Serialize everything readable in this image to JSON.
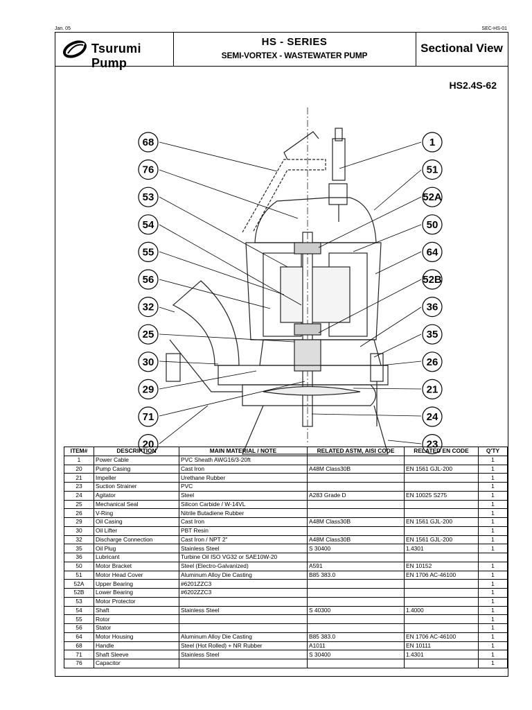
{
  "page": {
    "date": "Jan. 05",
    "code": "SEC-HS-01"
  },
  "header": {
    "brand": "Tsurumi Pump",
    "series": "HS - SERIES",
    "subtitle": "SEMI-VORTEX - WASTEWATER PUMP",
    "view": "Sectional View"
  },
  "drawing": {
    "model": "HS2.4S-62",
    "left_callouts": [
      "68",
      "76",
      "53",
      "54",
      "55",
      "56",
      "32",
      "25",
      "30",
      "29",
      "71",
      "20"
    ],
    "right_callouts": [
      "1",
      "51",
      "52A",
      "50",
      "64",
      "52B",
      "36",
      "35",
      "26",
      "21",
      "24",
      "23"
    ]
  },
  "table": {
    "headers": [
      "ITEM#",
      "DESCRIPTION",
      "MAIN MATERIAL / NOTE",
      "RELATED ASTM, AISI CODE",
      "RELATED EN CODE",
      "Q'TY"
    ],
    "rows": [
      [
        "1",
        "Power Cable",
        "PVC Sheath AWG16/3-20ft",
        "",
        "",
        "1"
      ],
      [
        "20",
        "Pump Casing",
        "Cast Iron",
        "A48M Class30B",
        "EN 1561 GJL-200",
        "1"
      ],
      [
        "21",
        "Impeller",
        "Urethane Rubber",
        "",
        "",
        "1"
      ],
      [
        "23",
        "Suction Strainer",
        "PVC",
        "",
        "",
        "1"
      ],
      [
        "24",
        "Agitator",
        "Steel",
        "A283 Grade D",
        "EN 10025 S275",
        "1"
      ],
      [
        "25",
        "Mechanical Seal",
        "Silicon Carbide / W-14VL",
        "",
        "",
        "1"
      ],
      [
        "26",
        "V-Ring",
        "Nitrile Butadiene Rubber",
        "",
        "",
        "1"
      ],
      [
        "29",
        "Oil Casing",
        "Cast Iron",
        "A48M Class30B",
        "EN 1561 GJL-200",
        "1"
      ],
      [
        "30",
        "Oil Lifter",
        "PBT Resin",
        "",
        "",
        "1"
      ],
      [
        "32",
        "Discharge Connection",
        "Cast Iron / NPT 2\"",
        "A48M Class30B",
        "EN 1561 GJL-200",
        "1"
      ],
      [
        "35",
        "Oil Plug",
        "Stainless Steel",
        "S 30400",
        "1.4301",
        "1"
      ],
      [
        "36",
        "Lubricant",
        "Turbine Oil ISO VG32 or SAE10W-20",
        "",
        "",
        ""
      ],
      [
        "50",
        "Motor Bracket",
        "Steel (Electro-Galvanized)",
        "A591",
        "EN 10152",
        "1"
      ],
      [
        "51",
        "Motor Head Cover",
        "Aluminum Alloy Die Casting",
        "B85 383.0",
        "EN 1706 AC-46100",
        "1"
      ],
      [
        "52A",
        "Upper Bearing",
        "#6201ZZC3",
        "",
        "",
        "1"
      ],
      [
        "52B",
        "Lower Bearing",
        "#6202ZZC3",
        "",
        "",
        "1"
      ],
      [
        "53",
        "Motor Protector",
        "",
        "",
        "",
        "1"
      ],
      [
        "54",
        "Shaft",
        "Stainless Steel",
        "S 40300",
        "1.4000",
        "1"
      ],
      [
        "55",
        "Rotor",
        "",
        "",
        "",
        "1"
      ],
      [
        "56",
        "Stator",
        "",
        "",
        "",
        "1"
      ],
      [
        "64",
        "Motor Housing",
        "Aluminum Alloy Die Casting",
        "B85 383.0",
        "EN 1706 AC-46100",
        "1"
      ],
      [
        "68",
        "Handle",
        "Steel (Hot Rolled) + NR Rubber",
        "A1011",
        "EN 10111",
        "1"
      ],
      [
        "71",
        "Shaft Sleeve",
        "Stainless Steel",
        "S 30400",
        "1.4301",
        "1"
      ],
      [
        "76",
        "Capacitor",
        "",
        "",
        "",
        "1"
      ]
    ]
  }
}
